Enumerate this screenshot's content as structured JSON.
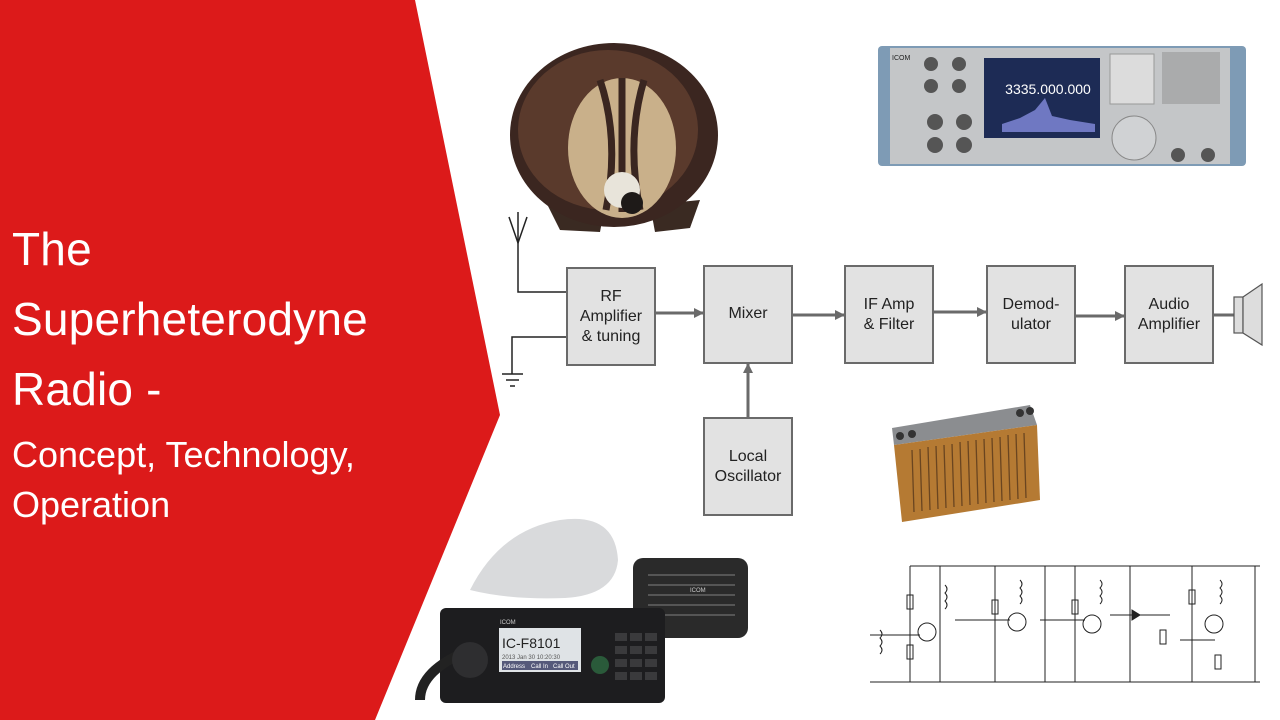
{
  "title": {
    "line1": "The",
    "line2": "Superheterodyne",
    "line3": "Radio -",
    "subtitle1": "Concept, Technology,",
    "subtitle2": "Operation"
  },
  "colors": {
    "banner": "#dc1a1a",
    "block_fill": "#e2e2e2",
    "block_stroke": "#6a6a6a",
    "arrow": "#6a6a6a"
  },
  "diagram": {
    "blocks": [
      {
        "id": "rf",
        "lines": [
          "RF",
          "Amplifier",
          "& tuning"
        ]
      },
      {
        "id": "mixer",
        "lines": [
          "Mixer"
        ]
      },
      {
        "id": "if",
        "lines": [
          "IF Amp",
          "& Filter"
        ]
      },
      {
        "id": "demod",
        "lines": [
          "Demod-",
          "ulator"
        ]
      },
      {
        "id": "audio",
        "lines": [
          "Audio",
          "Amplifier"
        ]
      },
      {
        "id": "lo",
        "lines": [
          "Local",
          "Oscillator"
        ]
      }
    ],
    "icons": [
      "antenna-icon",
      "ground-icon",
      "speaker-icon"
    ]
  },
  "images": {
    "receiver_display": "3335.000.000",
    "receiver_brand": "ICOM",
    "transceiver_model": "IC-F8101",
    "transceiver_date": "2013 Jan 30  10:20:30",
    "transceiver_softkeys": [
      "Address",
      "Call In",
      "Call Out"
    ],
    "transceiver_brand": "ICOM",
    "speaker_brand": "ICOM"
  }
}
